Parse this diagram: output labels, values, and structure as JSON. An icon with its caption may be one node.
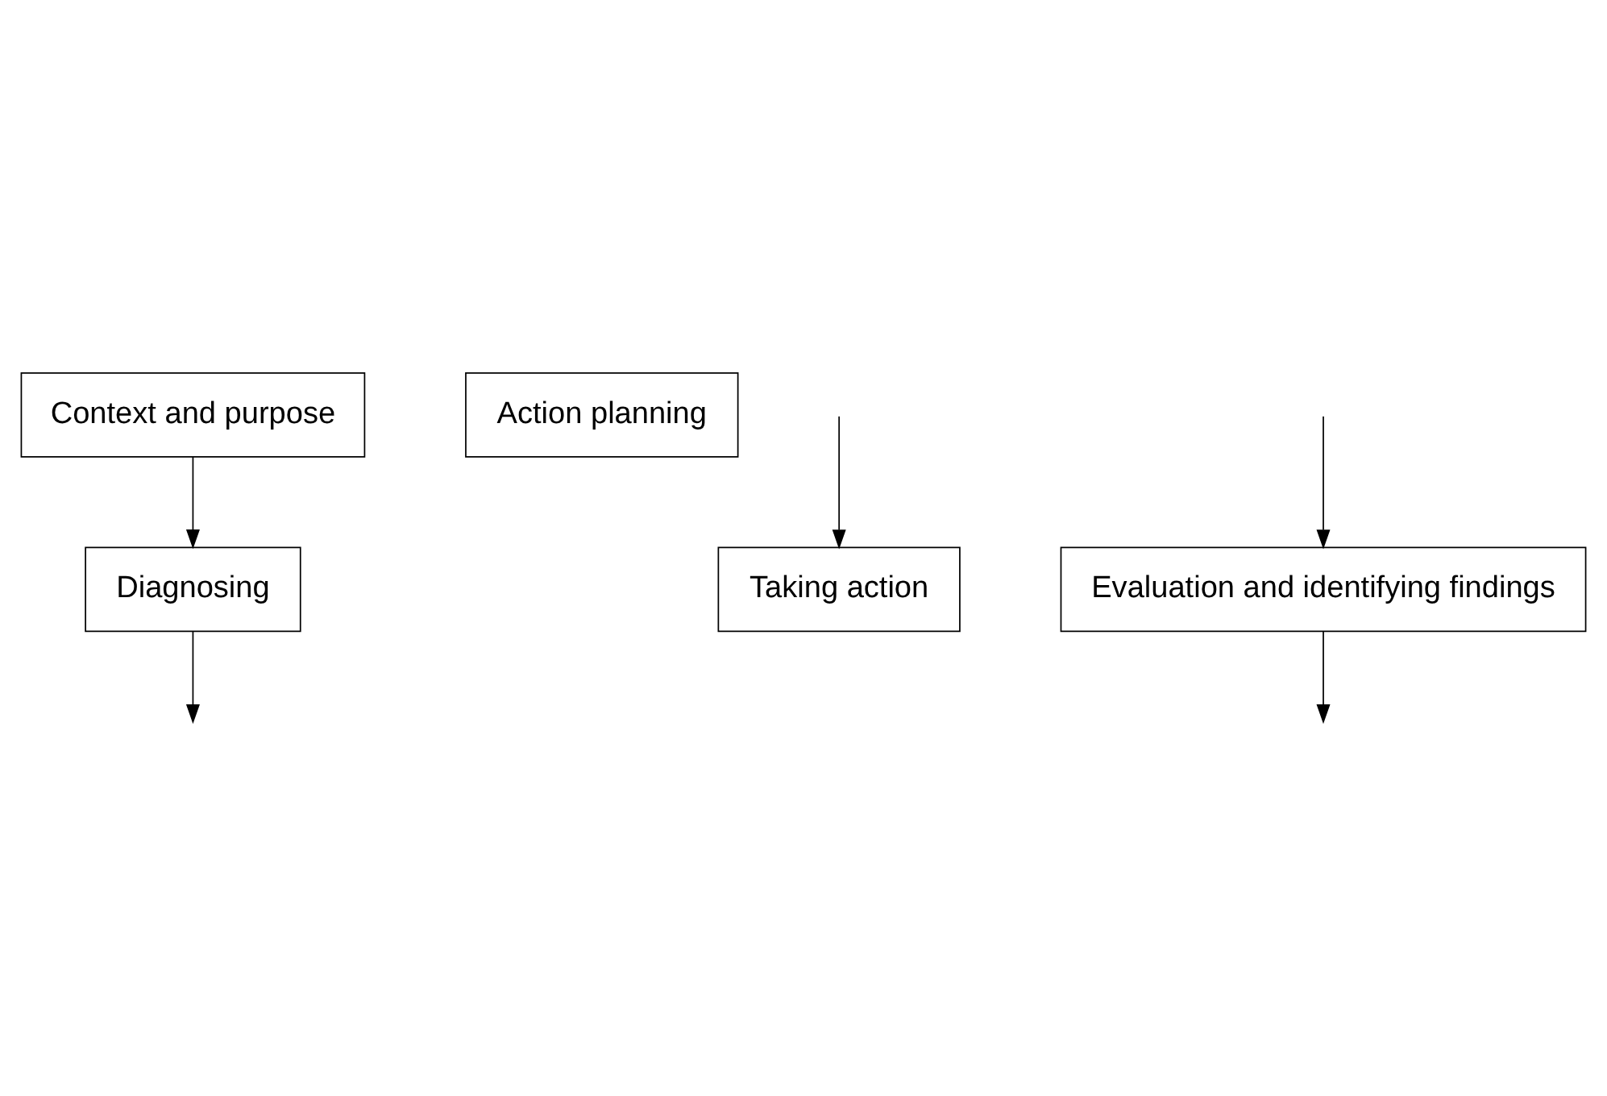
{
  "diagram": {
    "nodes": [
      {
        "text": [
          "Context and purpose"
        ]
      },
      {
        "text": [
          "Diagnosing"
        ]
      },
      {
        "text": [
          "Action planning"
        ]
      },
      {
        "text": [
          "Taking action"
        ]
      },
      {
        "text": [
          "Evaluation and identifying findings"
        ]
      }
    ],
    "edges": [
      {
        "from": 0,
        "to": 1,
        "arrow": "to"
      },
      {
        "from": 1,
        "to": null,
        "arrow": "to"
      },
      {
        "from": null,
        "to": 3,
        "arrow": "to"
      },
      {
        "from": null,
        "to": 4,
        "arrow": "to"
      },
      {
        "from": 4,
        "to": null,
        "arrow": "to"
      }
    ]
  }
}
